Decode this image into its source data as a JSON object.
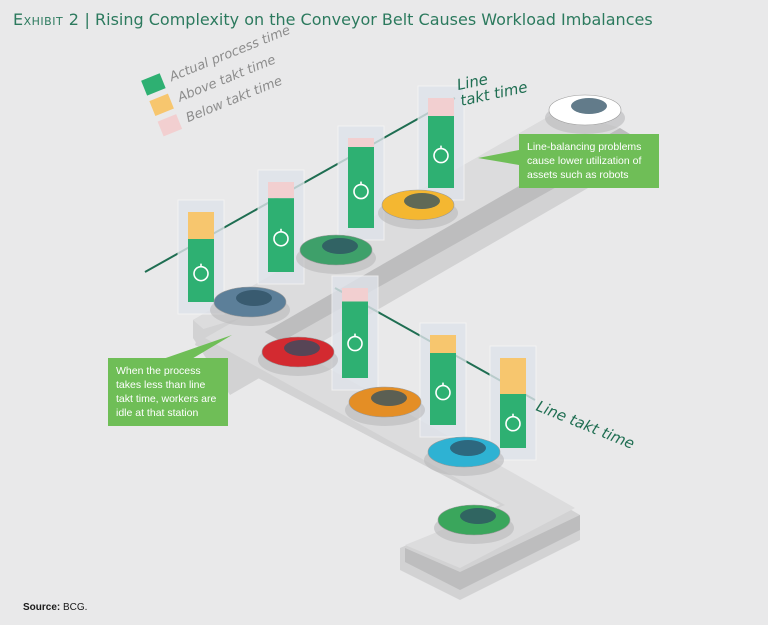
{
  "header": {
    "exhibit_label": "Exhibit 2",
    "separator": "|",
    "title": "Rising Complexity on the Conveyor Belt Causes Workload Imbalances"
  },
  "legend": {
    "items": [
      {
        "label": "Actual process time",
        "color": "#2eb072"
      },
      {
        "label": "Above takt time",
        "color": "#f7c66e"
      },
      {
        "label": "Below takt time",
        "color": "#f2cfd0"
      }
    ]
  },
  "annotations": {
    "line_takt_time_top": [
      "Line",
      "takt time"
    ],
    "line_takt_time_bottom": "Line takt time",
    "callout_robots": "Line-balancing problems cause lower utilization of assets such as robots",
    "callout_idle": "When the process takes less than line takt time, workers are idle at that station"
  },
  "stations_upper": [
    {
      "status": "above",
      "actual_fraction": 0.7,
      "excess_fraction": 0.3
    },
    {
      "status": "below",
      "actual_fraction": 0.82,
      "gap_fraction": 0.18
    },
    {
      "status": "below",
      "actual_fraction": 0.9,
      "gap_fraction": 0.1
    },
    {
      "status": "below",
      "actual_fraction": 0.8,
      "gap_fraction": 0.2
    }
  ],
  "stations_lower": [
    {
      "status": "below",
      "actual_fraction": 0.85,
      "gap_fraction": 0.15
    },
    {
      "status": "above",
      "actual_fraction": 0.8,
      "excess_fraction": 0.2
    },
    {
      "status": "above",
      "actual_fraction": 0.6,
      "excess_fraction": 0.4
    }
  ],
  "cars": [
    {
      "color": "#ffffff",
      "name": "white-car"
    },
    {
      "color": "#f4b731",
      "name": "yellow-car"
    },
    {
      "color": "#3ea06a",
      "name": "green-car-upper"
    },
    {
      "color": "#5c7f99",
      "name": "grey-blue-car"
    },
    {
      "color": "#d32a30",
      "name": "red-car"
    },
    {
      "color": "#e48e25",
      "name": "orange-car"
    },
    {
      "color": "#2eb2d3",
      "name": "cyan-car"
    },
    {
      "color": "#3aa65c",
      "name": "green-car-lower"
    }
  ],
  "colors": {
    "takt_line": "#1f6e52",
    "callout": "#6fbe57",
    "station_green": "#2eb072",
    "robot": "#d8682a",
    "worker": "#2b8fc7",
    "belt": "#cfcfd0"
  },
  "footer": {
    "source_label": "Source:",
    "source_value": "BCG."
  }
}
